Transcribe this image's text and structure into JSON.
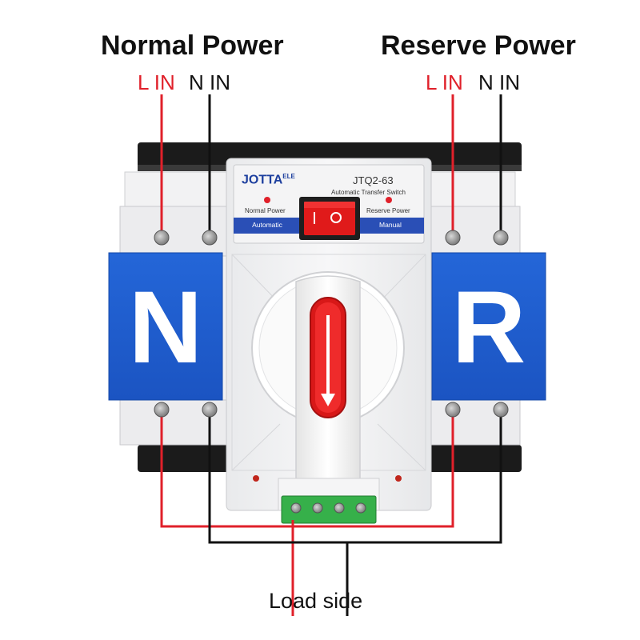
{
  "headers": {
    "normal": "Normal Power",
    "reserve": "Reserve Power"
  },
  "wire_labels": {
    "normal": {
      "l_in": "L IN",
      "n_in": "N IN"
    },
    "reserve": {
      "l_in": "L IN",
      "n_in": "N IN"
    }
  },
  "device": {
    "brand": "JOTTA",
    "brand_suffix": "ELE",
    "model": "JTQ2-63",
    "description": "Automatic  Transfer  Switch",
    "indicator_left": "Normal Power",
    "indicator_right": "Reserve Power",
    "mode_left": "Automatic",
    "mode_right": "Manual",
    "plate_left": "N",
    "plate_right": "R"
  },
  "footer": {
    "load_label": "Load side"
  },
  "colors": {
    "live_wire": "#e0202a",
    "neutral_wire": "#111111",
    "plate_blue": "#1f5fd0",
    "info_bar_blue": "#2a4fb6",
    "rocker_red": "#e01a1a",
    "terminal_green": "#36b04a"
  }
}
